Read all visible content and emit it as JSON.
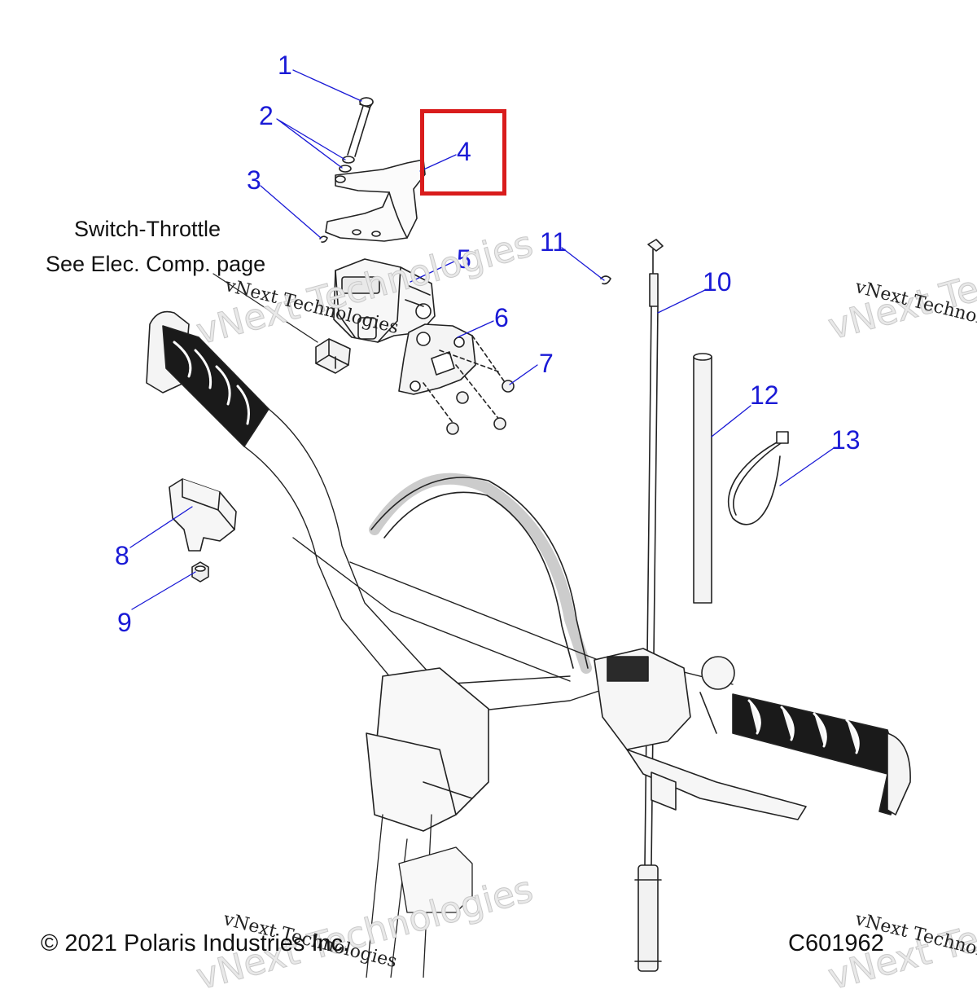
{
  "diagram": {
    "note_line1": "Switch-Throttle",
    "note_line2": "See Elec. Comp. page",
    "callouts": [
      "1",
      "2",
      "3",
      "4",
      "5",
      "6",
      "7",
      "8",
      "9",
      "10",
      "11",
      "12",
      "13"
    ],
    "copyright": "© 2021 Polaris Industries Inc.",
    "drawing_number": "C601962",
    "highlight_color": "#d91c1c",
    "callout_color": "#1a1ad6"
  },
  "watermarks": {
    "text_small": "vNext Technologies",
    "text_big": "vNext Technologies"
  }
}
